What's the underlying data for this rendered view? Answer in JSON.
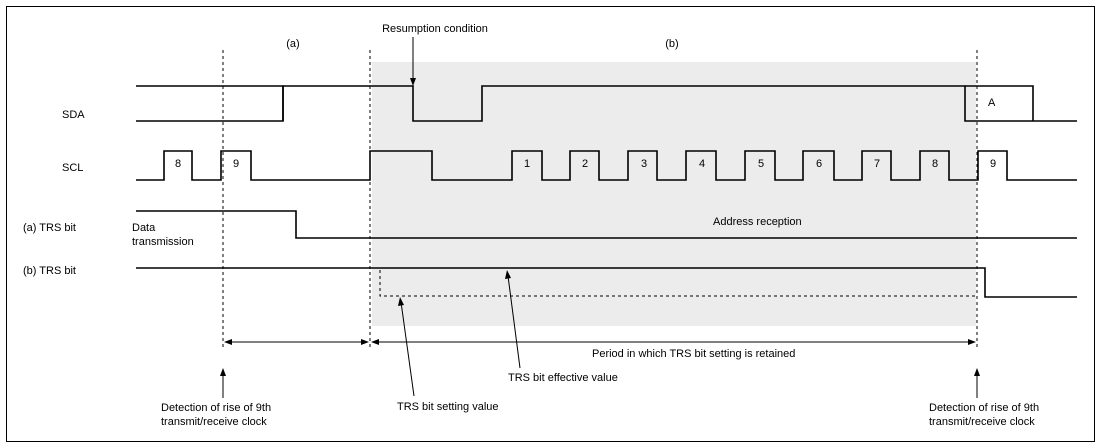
{
  "regions": {
    "a": "(a)",
    "b": "(b)"
  },
  "annotations": {
    "resumption_condition": "Resumption condition",
    "address_reception": "Address reception",
    "data_transmission_line1": "Data",
    "data_transmission_line2": "transmission",
    "period_retained": "Period in which TRS bit setting is retained",
    "effective_value": "TRS bit effective value",
    "setting_value": "TRS bit setting value",
    "detection_left_line1": "Detection of rise of 9th",
    "detection_left_line2": "transmit/receive clock",
    "detection_right_line1": "Detection of rise of 9th",
    "detection_right_line2": "transmit/receive clock"
  },
  "signals": {
    "sda": "SDA",
    "scl": "SCL",
    "trs_a": "(a) TRS bit",
    "trs_b": "(b) TRS bit"
  },
  "sda_ack_label": "A",
  "scl_pulse_labels": [
    "8",
    "9",
    "1",
    "2",
    "3",
    "4",
    "5",
    "6",
    "7",
    "8",
    "9"
  ],
  "colors": {
    "shade": "#ececec",
    "border": "#000000",
    "line": "#000000"
  }
}
